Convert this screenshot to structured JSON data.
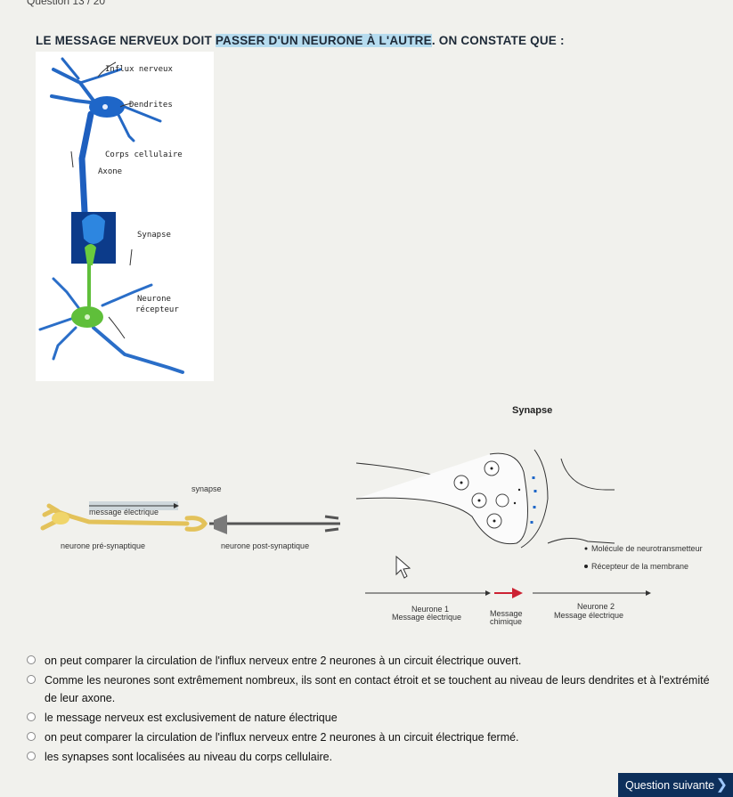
{
  "header": {
    "question_counter": "Question 13 / 20"
  },
  "prompt": {
    "part1": "Le message nerveux doit ",
    "part2": "passer d'un neurone à l'autre",
    "part3": ". On constate que :"
  },
  "diagram1": {
    "labels": {
      "influx": "Influx nerveux",
      "dendrites": "Dendrites",
      "corps": "Corps cellulaire",
      "axone": "Axone",
      "synapse": "Synapse",
      "recepteur_1": "Neurone",
      "recepteur_2": "récepteur"
    }
  },
  "diagram2": {
    "synapse": "synapse",
    "message": "message électrique",
    "pre": "neurone pré-synaptique",
    "post": "neurone post-synaptique"
  },
  "diagram3": {
    "title": "Synapse",
    "legend_1": "Molécule de neurotransmetteur",
    "legend_2": "Récepteur de la membrane",
    "n1": "Neurone 1",
    "msg_elec_1": "Message électrique",
    "msg_chim_1": "Message",
    "msg_chim_2": "chimique",
    "n2": "Neurone 2",
    "msg_elec_2": "Message électrique"
  },
  "options": [
    "on peut comparer la circulation de l'influx nerveux entre 2 neurones à un circuit électrique ouvert.",
    "Comme les neurones sont extrêmement nombreux, ils sont en contact étroit et se touchent au niveau de leurs dendrites et à l'extrémité de leur axone.",
    "le message nerveux est exclusivement de nature électrique",
    "on peut comparer la circulation de l'influx nerveux entre 2 neurones à un circuit électrique fermé.",
    "les synapses sont localisées au niveau du corps cellulaire."
  ],
  "next_button": {
    "label": "Question suivante"
  },
  "colors": {
    "button_bg": "#0d2f5b",
    "highlight": "#b6dcef",
    "neuron_blue": "#1e66c8",
    "neuron_green": "#5fbf3a"
  }
}
